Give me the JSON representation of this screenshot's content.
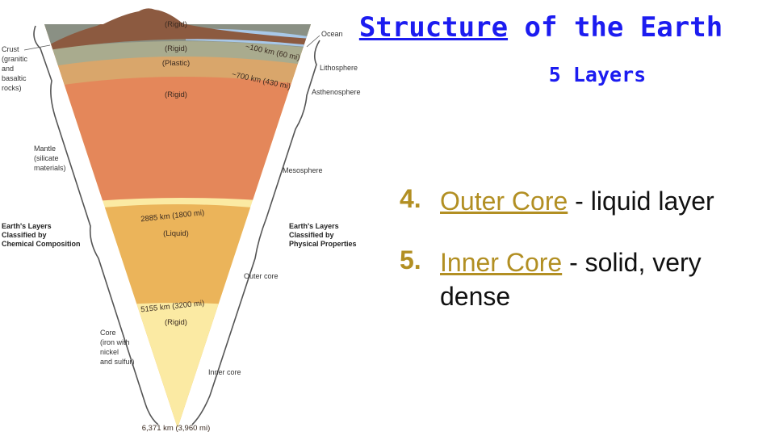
{
  "title": {
    "word1": "Structure",
    "rest": " of the Earth"
  },
  "subtitle": "5 Layers",
  "points": [
    {
      "num": "4.",
      "term": "Outer Core",
      "desc": " - liquid layer"
    },
    {
      "num": "5.",
      "term": "Inner Core",
      "desc": " - solid, very dense"
    }
  ],
  "diagram": {
    "inner_labels": {
      "crust": "(Rigid)",
      "lithosphere": "(Rigid)",
      "asthenosphere": "(Plastic)",
      "mesosphere": "(Rigid)",
      "outer_core": "(Liquid)",
      "inner_core": "(Rigid)"
    },
    "depths": {
      "d100": "~100 km (60 mi)",
      "d700": "~700 km (430 mi)",
      "d2885": "2885 km (1800 mi)",
      "d5155": "5155 km (3200 mi)",
      "d6371": "6,371 km (3,960 mi)"
    },
    "left_labels": {
      "crust": [
        "Crust",
        "(granitic",
        "and",
        "basaltic",
        "rocks)"
      ],
      "mantle": [
        "Mantle",
        "(silicate",
        "materials)"
      ],
      "composition": [
        "Earth's Layers",
        "Classified by",
        "Chemical Composition"
      ],
      "core": [
        "Core",
        "(iron with",
        "nickel",
        "and sulfur)"
      ]
    },
    "right_labels": {
      "ocean": "Ocean",
      "lithosphere": "Lithosphere",
      "asthenosphere": "Asthenosphere",
      "mesosphere": "Mesosphere",
      "physical": [
        "Earth's Layers",
        "Classified by",
        "Physical Properties"
      ],
      "outer_core": "Outer core",
      "inner_core": "Inner core"
    }
  }
}
